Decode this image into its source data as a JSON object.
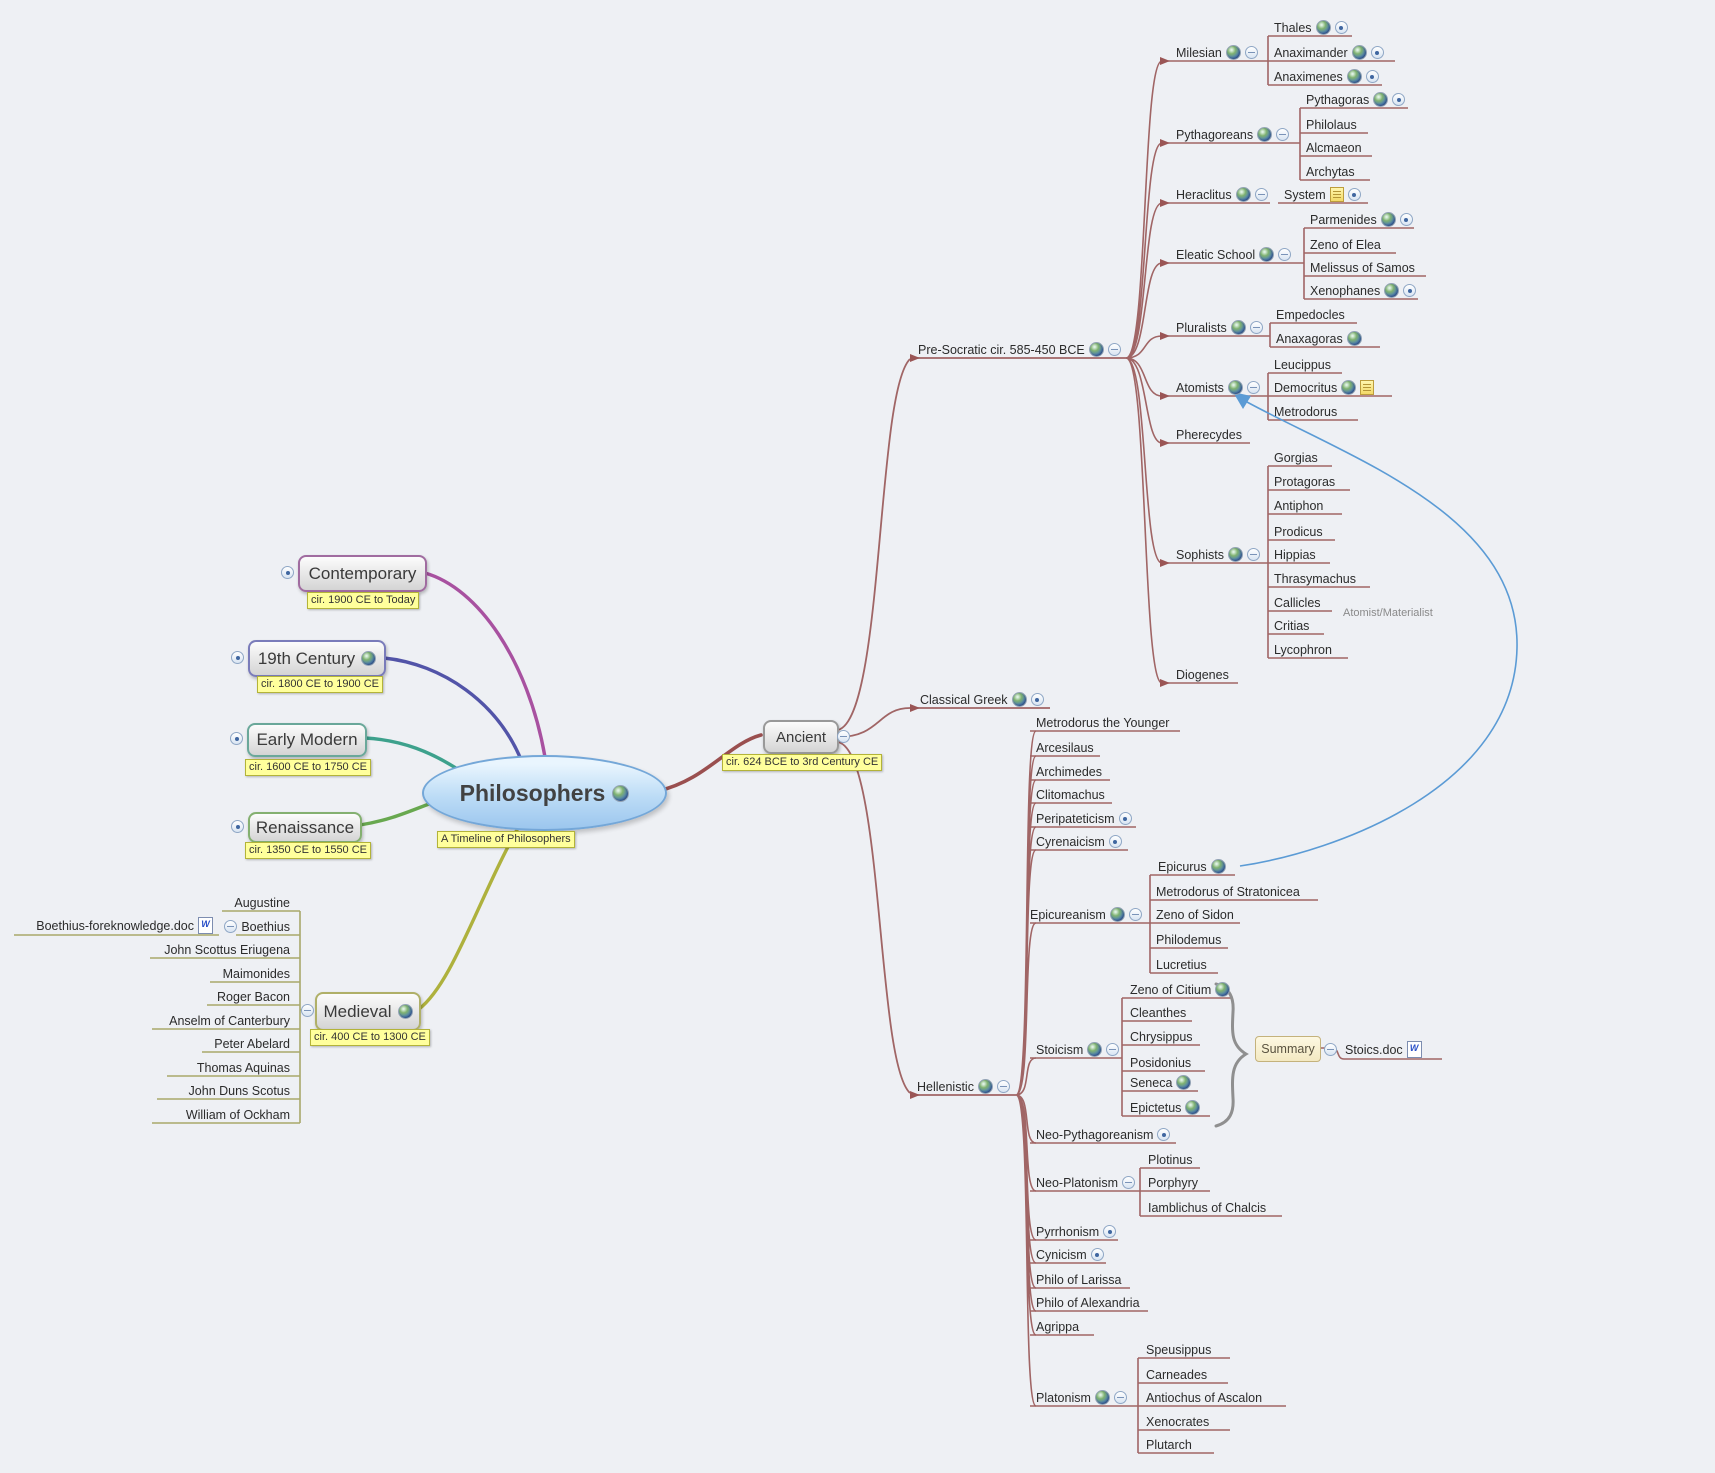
{
  "root": {
    "label": "Philosophers",
    "callout": "A Timeline of Philosophers"
  },
  "relationship": {
    "label": "Atomist/Materialist"
  },
  "ancient": {
    "label": "Ancient",
    "callout": "cir. 624 BCE to 3rd Century CE"
  },
  "left": {
    "contemporary": {
      "label": "Contemporary",
      "callout": "cir. 1900 CE to Today"
    },
    "c19": {
      "label": "19th Century",
      "callout": "cir. 1800 CE to 1900 CE"
    },
    "early_modern": {
      "label": "Early Modern",
      "callout": "cir. 1600 CE to 1750 CE"
    },
    "renaissance": {
      "label": "Renaissance",
      "callout": "cir. 1350 CE to 1550 CE"
    },
    "medieval": {
      "label": "Medieval",
      "callout": "cir. 400 CE to 1300 CE",
      "attachment": "Boethius-foreknowledge.doc",
      "children": [
        "Augustine",
        "Boethius",
        "John Scottus Eriugena",
        "Maimonides",
        "Roger Bacon",
        "Anselm of Canterbury",
        "Peter Abelard",
        "Thomas Aquinas",
        "John Duns Scotus",
        "William of Ockham"
      ]
    }
  },
  "presocratic": {
    "label": "Pre-Socratic cir. 585-450 BCE",
    "milesian": {
      "label": "Milesian",
      "children": [
        "Thales",
        "Anaximander",
        "Anaximenes"
      ]
    },
    "pythagoreans": {
      "label": "Pythagoreans",
      "children": [
        "Pythagoras",
        "Philolaus",
        "Alcmaeon",
        "Archytas"
      ]
    },
    "heraclitus": {
      "label": "Heraclitus",
      "note": "System"
    },
    "eleatic": {
      "label": "Eleatic School",
      "children": [
        "Parmenides",
        "Zeno of Elea",
        "Melissus of Samos",
        "Xenophanes"
      ]
    },
    "pluralists": {
      "label": "Pluralists",
      "children": [
        "Empedocles",
        "Anaxagoras"
      ]
    },
    "atomists": {
      "label": "Atomists",
      "children": [
        "Leucippus",
        "Democritus",
        "Metrodorus"
      ]
    },
    "pherecydes": {
      "label": "Pherecydes"
    },
    "sophists": {
      "label": "Sophists",
      "children": [
        "Gorgias",
        "Protagoras",
        "Antiphon",
        "Prodicus",
        "Hippias",
        "Thrasymachus",
        "Callicles",
        "Critias",
        "Lycophron"
      ]
    },
    "diogenes": {
      "label": "Diogenes"
    }
  },
  "classical": {
    "label": "Classical Greek"
  },
  "hellenistic": {
    "label": "Hellenistic",
    "metrodorus_younger": "Metrodorus the Younger",
    "arcesilaus": "Arcesilaus",
    "archimedes": "Archimedes",
    "clitomachus": "Clitomachus",
    "peripateticism": "Peripateticism",
    "cyrenaicism": "Cyrenaicism",
    "epicureanism": {
      "label": "Epicureanism",
      "children": [
        "Epicurus",
        "Metrodorus of Stratonicea",
        "Zeno of Sidon",
        "Philodemus",
        "Lucretius"
      ]
    },
    "stoicism": {
      "label": "Stoicism",
      "children": [
        "Zeno of Citium",
        "Cleanthes",
        "Chrysippus",
        "Posidonius",
        "Seneca",
        "Epictetus"
      ],
      "summary": "Summary",
      "summary_doc": "Stoics.doc"
    },
    "neo_pythagoreanism": "Neo-Pythagoreanism",
    "neo_platonism": {
      "label": "Neo-Platonism",
      "children": [
        "Plotinus",
        "Porphyry",
        "Iamblichus of Chalcis"
      ]
    },
    "pyrrhonism": "Pyrrhonism",
    "cynicism": "Cynicism",
    "philo_larissa": "Philo of Larissa",
    "philo_alexandria": "Philo of Alexandria",
    "agrippa": "Agrippa",
    "platonism": {
      "label": "Platonism",
      "children": [
        "Speusippus",
        "Carneades",
        "Antiochus of Ascalon",
        "Xenocrates",
        "Plutarch"
      ]
    }
  },
  "colors": {
    "branch_ancient": "#9a4f4f",
    "branch_contemporary": "#a851a0",
    "branch_19th": "#5254a8",
    "branch_early_modern": "#3da18c",
    "branch_renaissance": "#68a84f",
    "branch_medieval": "#aeb13d",
    "relationship": "#5b9bd5",
    "background": "#eef0f4"
  }
}
